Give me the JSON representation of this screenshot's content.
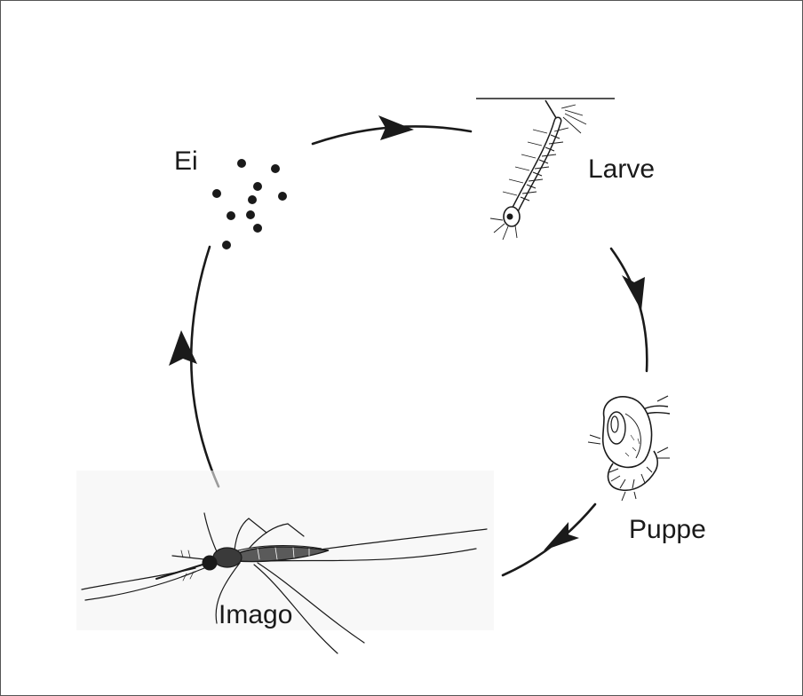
{
  "diagram": {
    "stages": [
      {
        "id": "ei",
        "label": "Ei"
      },
      {
        "id": "larve",
        "label": "Larve"
      },
      {
        "id": "puppe",
        "label": "Puppe"
      },
      {
        "id": "imago",
        "label": "Imago"
      }
    ]
  },
  "colors": {
    "ink": "#1a1a1a",
    "frame": "#555555",
    "background": "#ffffff"
  }
}
